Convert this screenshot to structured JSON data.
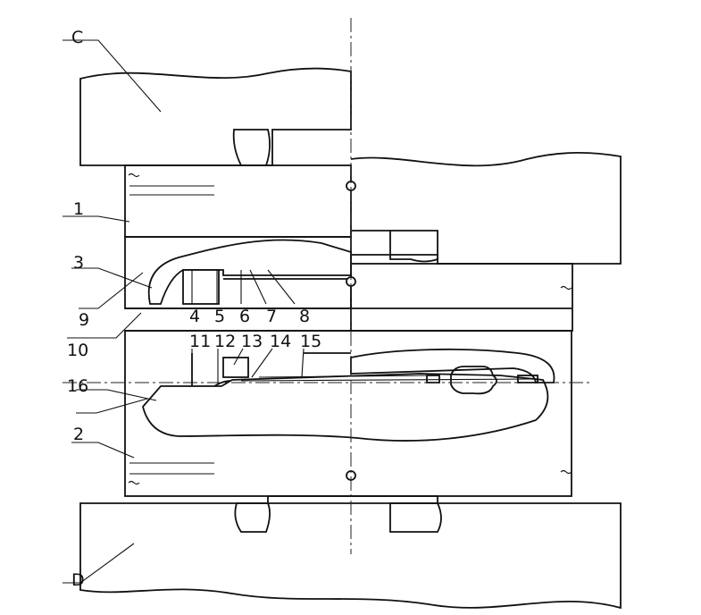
{
  "labels": {
    "C": "C",
    "D": "D",
    "n1": "1",
    "n2": "2",
    "n3": "3",
    "n4": "4",
    "n5": "5",
    "n6": "6",
    "n7": "7",
    "n8": "8",
    "n9": "9",
    "n10": "10",
    "n11": "11",
    "n12": "12",
    "n13": "13",
    "n14": "14",
    "n15": "15",
    "n16": "16"
  }
}
